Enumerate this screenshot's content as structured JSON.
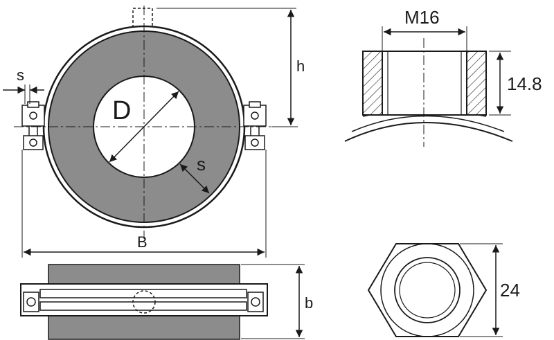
{
  "labels": {
    "diameter": "D",
    "height": "h",
    "wall_thickness": "s",
    "band_thickness": "s",
    "width": "B",
    "thread": "M16",
    "nut_height": "14.8",
    "depth": "b",
    "across_flats": "24"
  },
  "colors": {
    "line": "#1a1a1a",
    "insulation": "#8c8c8c",
    "background": "#ffffff"
  }
}
